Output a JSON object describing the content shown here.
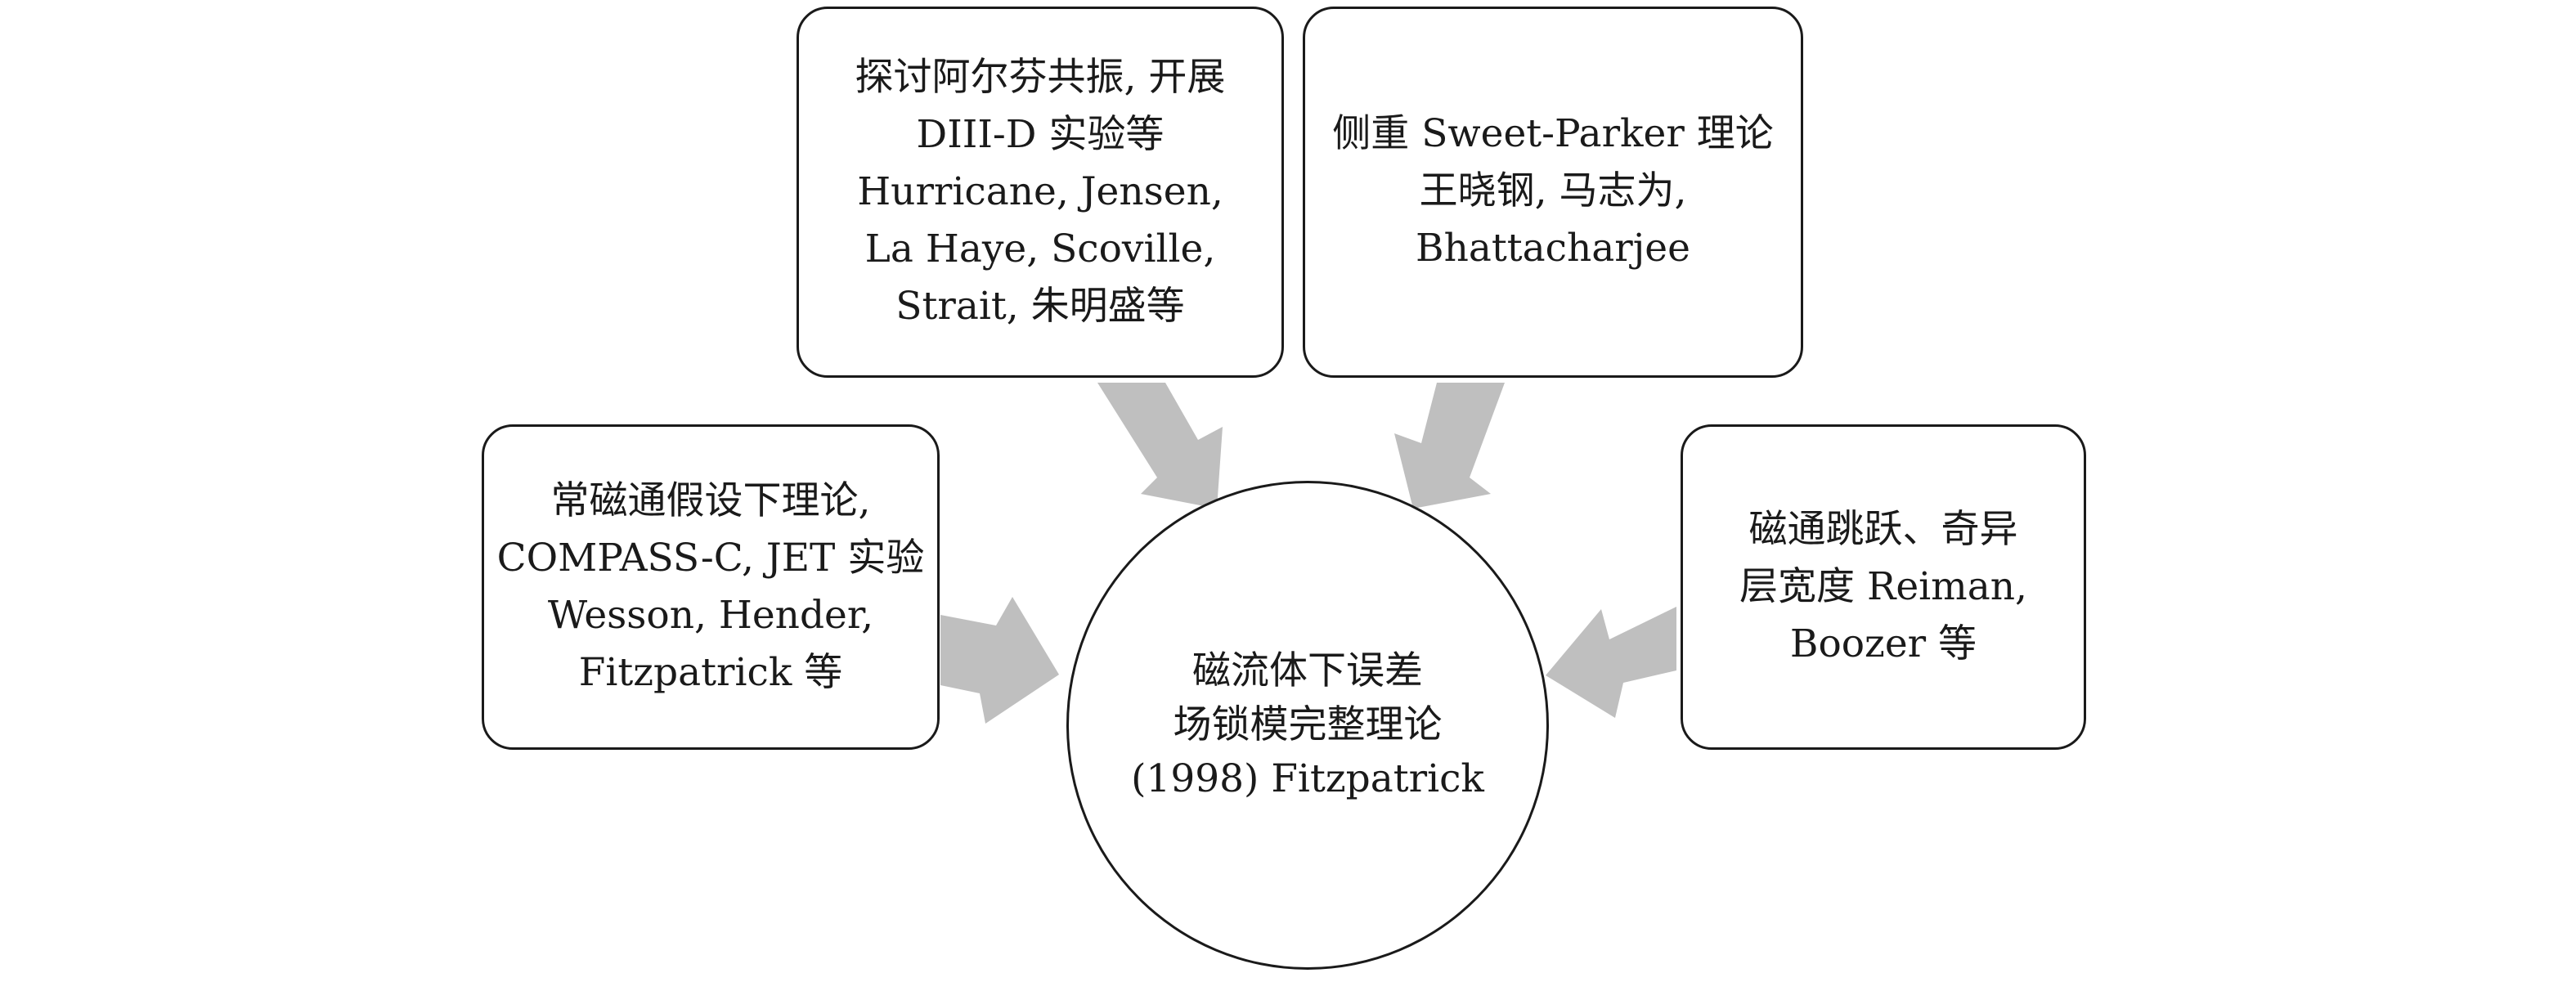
{
  "diagram": {
    "center": {
      "lines": [
        "磁流体下误差",
        "场锁模完整理论",
        "(1998) Fitzpatrick"
      ]
    },
    "boxes": {
      "left": {
        "lines": [
          "常磁通假设下理论,",
          "COMPASS-C, JET 实验",
          "Wesson, Hender,",
          "Fitzpatrick 等"
        ]
      },
      "top_left": {
        "lines": [
          "探讨阿尔芬共振, 开展",
          "DIII-D 实验等",
          "Hurricane, Jensen,",
          "La Haye, Scoville,",
          "Strait, 朱明盛等"
        ]
      },
      "top_right": {
        "lines": [
          "侧重 Sweet-Parker 理论",
          "王晓钢, 马志为,",
          "Bhattacharjee"
        ]
      },
      "right": {
        "lines": [
          "磁通跳跃、奇异",
          "层宽度 Reiman,",
          "Boozer 等"
        ]
      }
    },
    "arrows": [
      {
        "from": "left",
        "to": "center"
      },
      {
        "from": "top_left",
        "to": "center"
      },
      {
        "from": "top_right",
        "to": "center"
      },
      {
        "from": "right",
        "to": "center"
      }
    ],
    "colors": {
      "arrow": "#bfbfbf",
      "stroke": "#1a1a1a",
      "background": "#ffffff"
    }
  }
}
